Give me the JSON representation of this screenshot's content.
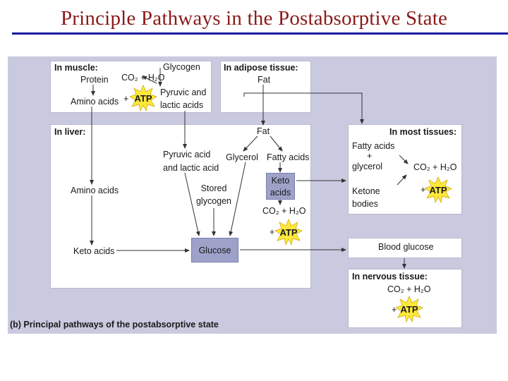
{
  "title": "Principle Pathways in the Postabsorptive State",
  "caption": "(b) Principal pathways of the postabsorptive state",
  "muscle": {
    "heading": "In muscle:",
    "glycogen": "Glycogen",
    "protein": "Protein",
    "co2h2o": "CO₂ + H₂O",
    "amino_acids": "Amino acids",
    "plus": "+",
    "pyruvic_1": "Pyruvic and",
    "pyruvic_2": "lactic acids"
  },
  "adipose": {
    "heading": "In adipose tissue:",
    "fat": "Fat"
  },
  "liver": {
    "heading": "In liver:",
    "fat": "Fat",
    "pyruvic_1": "Pyruvic acid",
    "pyruvic_2": "and lactic acid",
    "glycerol": "Glycerol",
    "fatty_acids": "Fatty acids",
    "amino_acids": "Amino acids",
    "stored_1": "Stored",
    "stored_2": "glycogen",
    "keto_1": "Keto",
    "keto_2": "acids",
    "co2h2o": "CO₂ + H₂O",
    "plus": "+",
    "keto_acids": "Keto acids",
    "glucose": "Glucose"
  },
  "most_tissues": {
    "heading": "In most tissues:",
    "fatty_acids": "Fatty acids",
    "plus": "+",
    "glycerol": "glycerol",
    "co2h2o": "CO₂ + H₂O",
    "ketone": "Ketone",
    "bodies": "bodies"
  },
  "blood_glucose": "Blood glucose",
  "nervous": {
    "heading": "In nervous tissue:",
    "co2h2o": "CO₂ + H₂O",
    "plus": "+"
  },
  "atp_label": "ATP",
  "colors": {
    "title": "#8b1a1a",
    "rule": "#1a1aa0",
    "panel": "#c9cadf",
    "highlight": "#9ea2c9",
    "atp_burst": "#ffe83a"
  }
}
